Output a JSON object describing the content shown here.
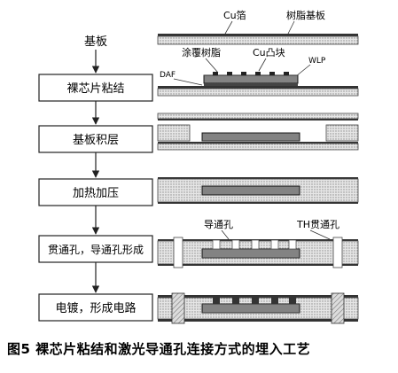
{
  "flow": {
    "start_label": "基板",
    "steps": [
      "裸芯片粘结",
      "基板积层",
      "加热加压",
      "贯通孔，导通孔形成",
      "电镀，形成电路"
    ]
  },
  "callouts": {
    "cu_foil": "Cu箔",
    "resin_substrate": "树脂基板",
    "cover_resin": "涂覆树脂",
    "cu_bump": "Cu凸块",
    "daf": "DAF",
    "wlp": "WLP",
    "via": "导通孔",
    "th_via": "TH贯通孔"
  },
  "caption": "图5  裸芯片粘结和激光导通孔连接方式的埋入工艺",
  "colors": {
    "line": "#222222",
    "stipple": "#9a9a9a",
    "chip": "#555555",
    "box_fill": "#ffffff"
  }
}
